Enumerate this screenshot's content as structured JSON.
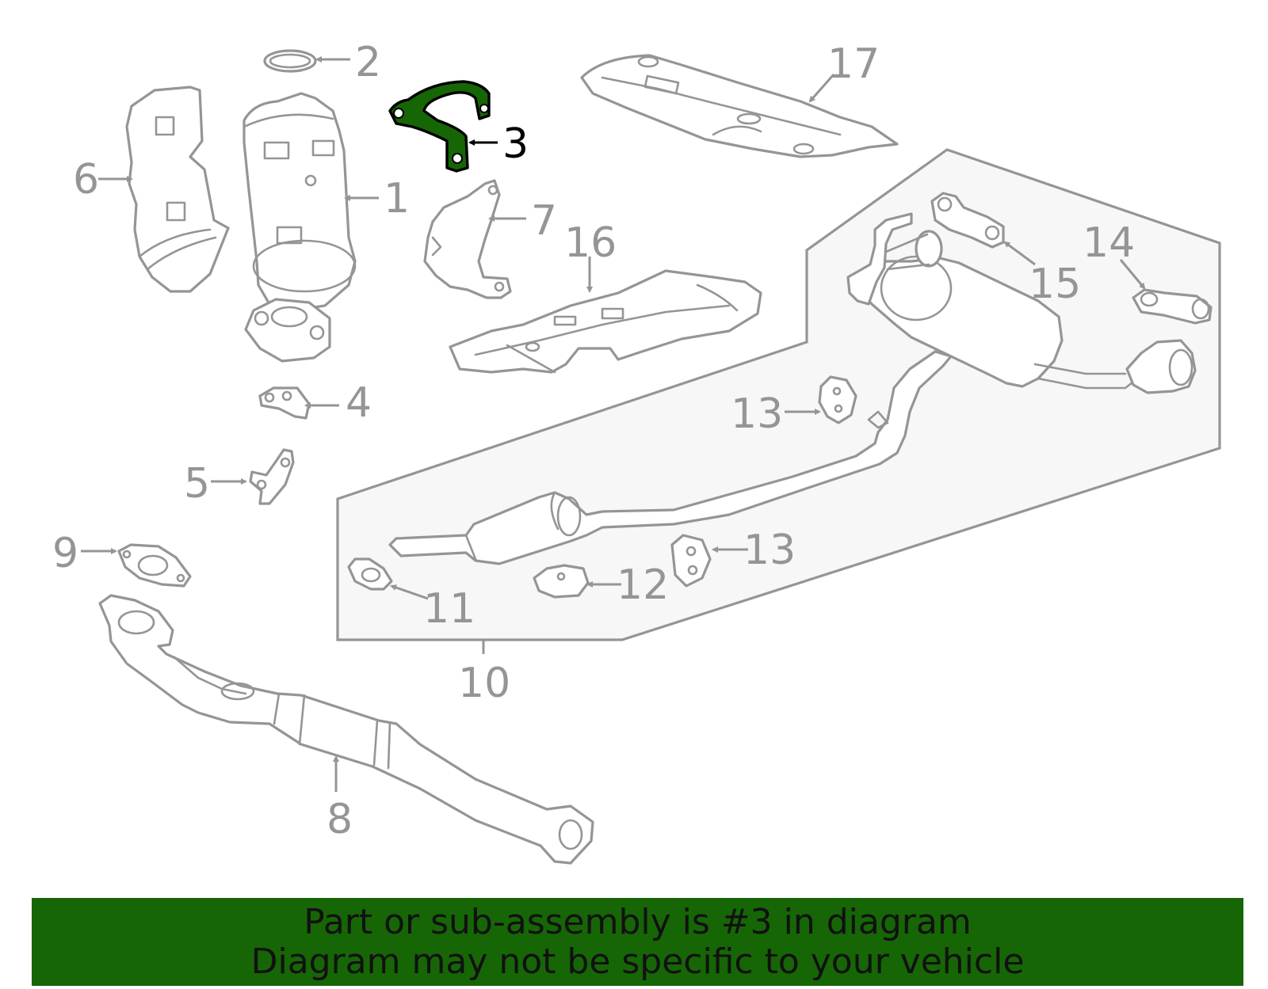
{
  "diagram": {
    "callouts": [
      "1",
      "2",
      "3",
      "4",
      "5",
      "6",
      "7",
      "8",
      "9",
      "10",
      "11",
      "12",
      "13",
      "13",
      "14",
      "15",
      "16",
      "17"
    ],
    "highlighted_part": "3",
    "colors": {
      "part_outline": "#959595",
      "callout_text": "#959595",
      "highlight_fill": "#166606",
      "highlight_outline": "#000000",
      "subassembly_box_fill": "#f7f7f7",
      "banner_background": "#166606"
    }
  },
  "banner": {
    "line1": "Part or sub-assembly is #3 in diagram",
    "line2": "Diagram may not be specific to your vehicle"
  }
}
